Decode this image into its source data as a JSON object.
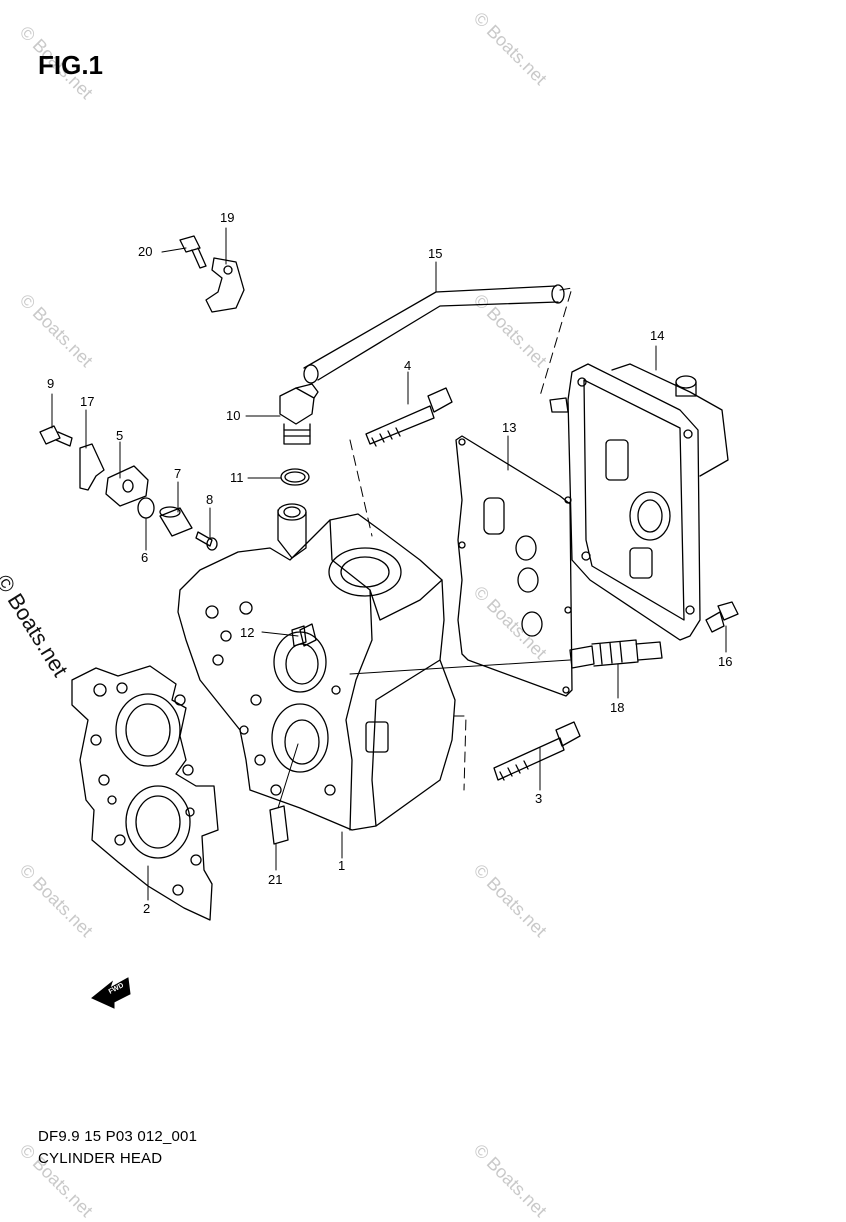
{
  "title": "FIG.1",
  "footer": {
    "code": "DF9.9 15 P03 012_001",
    "name": "CYLINDER HEAD"
  },
  "watermark": "© Boats.net",
  "fwd_label": "FWD",
  "callouts": {
    "c1": "1",
    "c2": "2",
    "c3": "3",
    "c4": "4",
    "c5": "5",
    "c6": "6",
    "c7": "7",
    "c8": "8",
    "c9": "9",
    "c10": "10",
    "c11": "11",
    "c12": "12",
    "c13": "13",
    "c14": "14",
    "c15": "15",
    "c16": "16",
    "c17": "17",
    "c18": "18",
    "c19": "19",
    "c20": "20",
    "c21": "21"
  },
  "colors": {
    "line": "#000000",
    "watermark": "#c9c9c9"
  }
}
